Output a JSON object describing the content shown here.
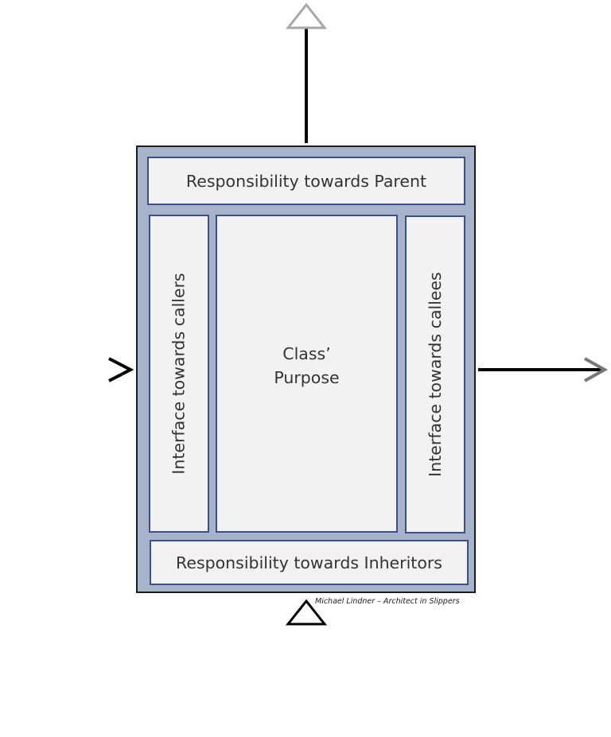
{
  "diagram": {
    "top_panel": "Responsibility towards Parent",
    "bottom_panel": "Responsibility towards Inheritors",
    "left_panel": "Interface towards callers",
    "right_panel": "Interface towards callees",
    "center_line1": "Class’",
    "center_line2": "Purpose",
    "credit": "Michael Lindner – Architect in Slippers"
  },
  "colors": {
    "frame_fill": "#a6b3cb",
    "panel_fill": "#f2f2f2",
    "panel_border": "#3b4f8a",
    "text": "#333333"
  }
}
